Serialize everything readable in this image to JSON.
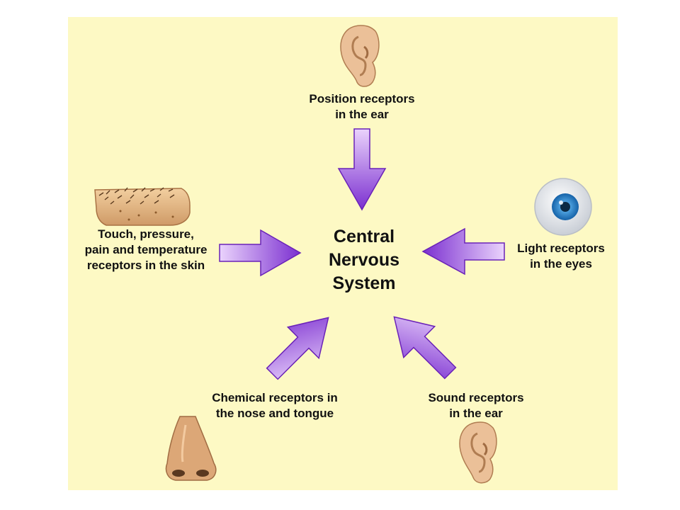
{
  "center": {
    "lines": [
      "Central",
      "Nervous",
      "System"
    ]
  },
  "inputs": {
    "position": {
      "lines": [
        "Position receptors",
        "in the ear"
      ],
      "icon": "ear-icon"
    },
    "touch": {
      "lines": [
        "Touch, pressure,",
        "pain and temperature",
        "receptors in the skin"
      ],
      "icon": "skin-icon"
    },
    "light": {
      "lines": [
        "Light receptors",
        "in the eyes"
      ],
      "icon": "eye-icon"
    },
    "chemical": {
      "lines": [
        "Chemical receptors in",
        "the nose and tongue"
      ],
      "icon": "nose-icon"
    },
    "sound": {
      "lines": [
        "Sound receptors",
        "in the ear"
      ],
      "icon": "ear-icon"
    }
  },
  "colors": {
    "background": "#fdf9c4",
    "arrow_fill": "#8a3fd6",
    "arrow_light": "#e7cdfb",
    "skin": "#e8b98a",
    "iris": "#2c8fd6"
  }
}
